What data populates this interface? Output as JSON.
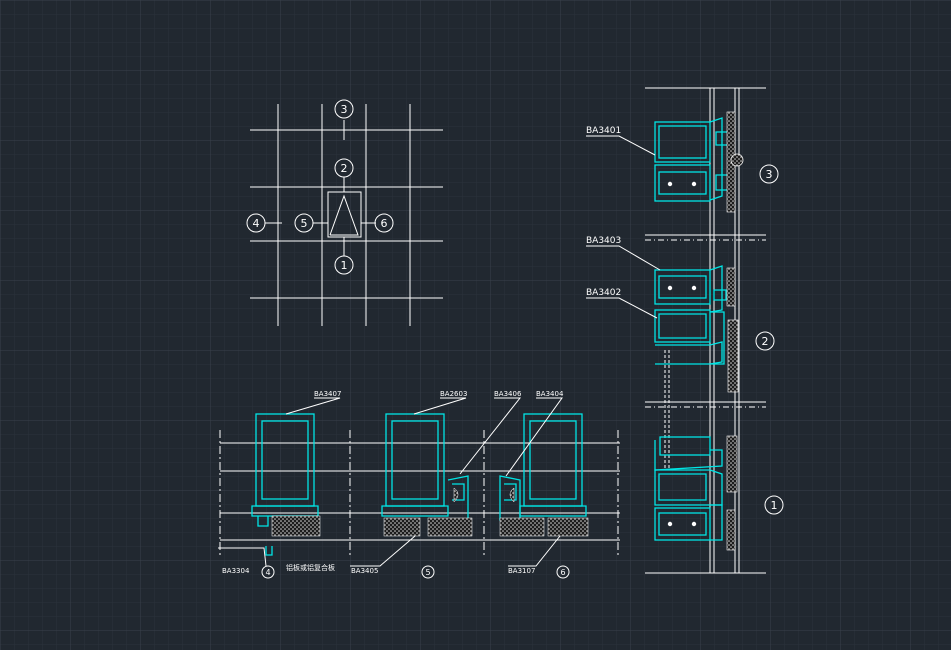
{
  "colors": {
    "background": "#212830",
    "grid_minor": "#2b323b",
    "grid_major": "#39414b",
    "line": "#ffffff",
    "profile": "#00e5e5",
    "insulation": "#d8d8d8"
  },
  "key_plan": {
    "markers": {
      "top": "3",
      "middle": "2",
      "left": "4",
      "center_left": "5",
      "right": "6",
      "bottom": "1"
    }
  },
  "section_markers": {
    "top": "3",
    "middle": "2",
    "bottom": "1"
  },
  "section_labels": {
    "ba3401": "BA3401",
    "ba3403": "BA3403",
    "ba3402": "BA3402"
  },
  "plan_labels": {
    "ba3407": "BA3407",
    "ba2603": "BA2603",
    "ba3406": "BA3406",
    "ba3404": "BA3404",
    "ba3304": "BA3304",
    "panel_note": "铝板或铝复合板",
    "ba3405": "BA3405",
    "ba3107": "BA3107"
  },
  "plan_markers": {
    "m4": "4",
    "m5": "5",
    "m6": "6"
  }
}
